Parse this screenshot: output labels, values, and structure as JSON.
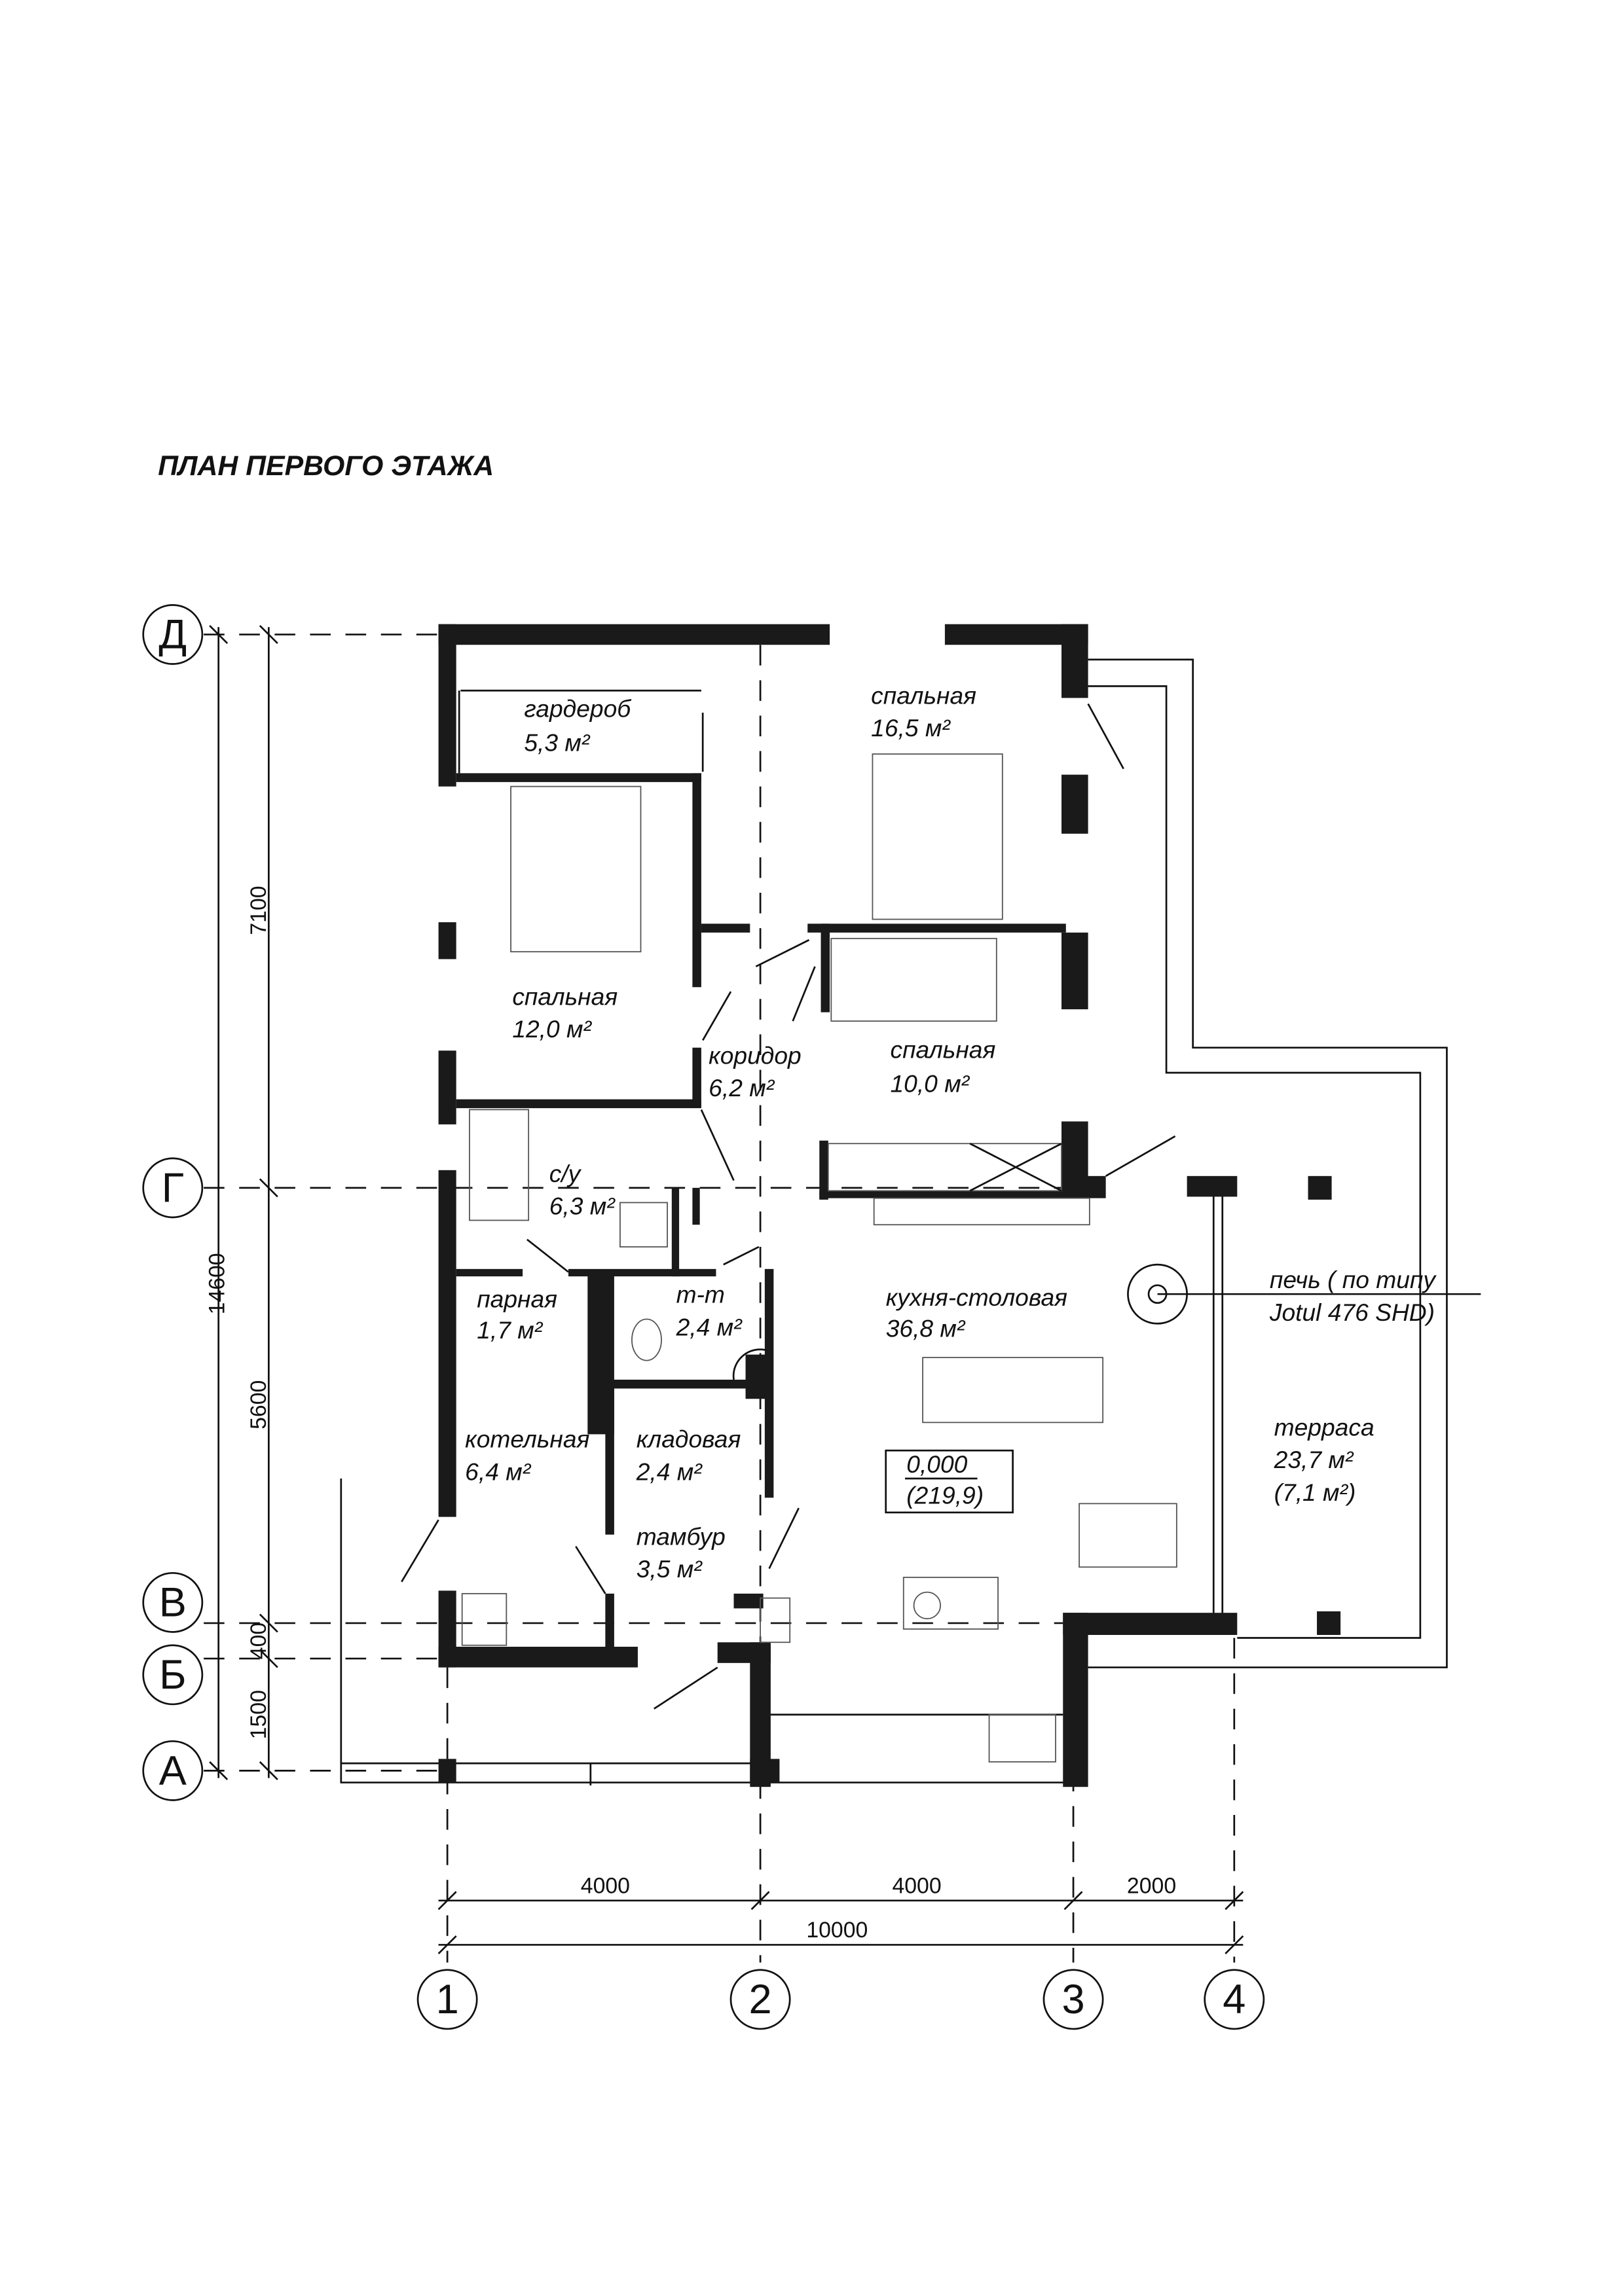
{
  "title": "ПЛАН ПЕРВОГО ЭТАЖА",
  "axes_rows": [
    "Д",
    "Г",
    "В",
    "Б",
    "А"
  ],
  "axes_cols": [
    "1",
    "2",
    "3",
    "4"
  ],
  "dims_vertical": {
    "total": "14600",
    "d_g": "7100",
    "g_v": "5600",
    "v_b": "400",
    "b_a": "1500"
  },
  "dims_horizontal": {
    "c1_2": "4000",
    "c2_3": "4000",
    "c3_4": "2000",
    "total": "10000"
  },
  "rooms": [
    {
      "name": "гардероб",
      "area": "5,3 м²"
    },
    {
      "name": "спальная",
      "area": "16,5 м²"
    },
    {
      "name": "спальная",
      "area": "12,0 м²"
    },
    {
      "name": "коридор",
      "area": "6,2 м²"
    },
    {
      "name": "спальная",
      "area": "10,0 м²"
    },
    {
      "name": "с/у",
      "area": "6,3 м²"
    },
    {
      "name": "парная",
      "area": "1,7 м²"
    },
    {
      "name": "т-т",
      "area": "2,4 м²"
    },
    {
      "name": "кухня-столовая",
      "area": "36,8 м²"
    },
    {
      "name": "котельная",
      "area": "6,4 м²"
    },
    {
      "name": "кладовая",
      "area": "2,4 м²"
    },
    {
      "name": "тамбур",
      "area": "3,5 м²"
    }
  ],
  "terrace": {
    "name": "терраса",
    "area": "23,7 м²",
    "area2": "(7,1 м²)"
  },
  "stove": {
    "line1": "печь ( по типу",
    "line2": "Jotul 476 SHD)"
  },
  "level": {
    "mark": "0,000",
    "total_area": "(219,9)"
  }
}
